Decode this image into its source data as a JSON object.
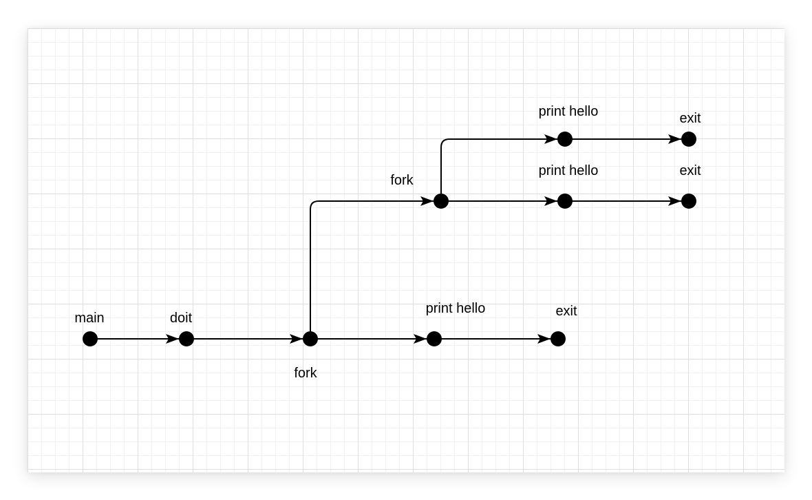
{
  "colors": {
    "node": "#000000",
    "edge": "#000000",
    "grid_major": "#dedede",
    "grid_minor": "#f1f1f1"
  },
  "nodes": {
    "main": {
      "label": "main"
    },
    "doit": {
      "label": "doit"
    },
    "fork_parent": {
      "label": "fork"
    },
    "print_parent": {
      "label": "print hello"
    },
    "exit_parent": {
      "label": "exit"
    },
    "fork_child": {
      "label": "fork"
    },
    "print_child_a": {
      "label": "print hello"
    },
    "exit_child_a": {
      "label": "exit"
    },
    "print_child_b": {
      "label": "print hello"
    },
    "exit_child_b": {
      "label": "exit"
    }
  },
  "edges": [
    {
      "from": "main",
      "to": "doit"
    },
    {
      "from": "doit",
      "to": "fork_parent"
    },
    {
      "from": "fork_parent",
      "to": "print_parent"
    },
    {
      "from": "print_parent",
      "to": "exit_parent"
    },
    {
      "from": "fork_parent",
      "to": "fork_child"
    },
    {
      "from": "fork_child",
      "to": "print_child_a"
    },
    {
      "from": "print_child_a",
      "to": "exit_child_a"
    },
    {
      "from": "fork_child",
      "to": "print_child_b"
    },
    {
      "from": "print_child_b",
      "to": "exit_child_b"
    }
  ]
}
